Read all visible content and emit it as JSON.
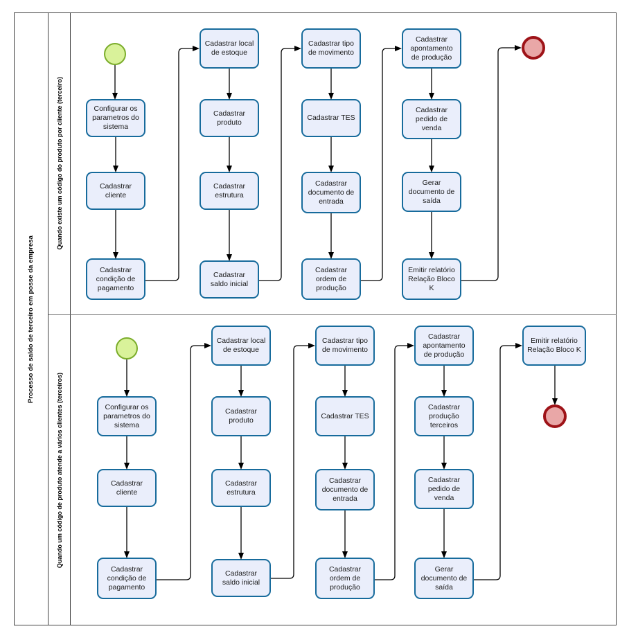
{
  "diagram": {
    "pool_label": "Processo de saldo de terceiro em posse da empresa",
    "lanes": [
      {
        "id": "lane-1",
        "label": "Quando existe um código do produto por cliente (terceiro)",
        "start_event": "start-event",
        "end_event": "end-event",
        "columns": [
          {
            "tasks": [
              "Configurar os parametros do sistema",
              "Cadastrar cliente",
              "Cadastrar condição de pagamento"
            ]
          },
          {
            "tasks": [
              "Cadastrar local de estoque",
              "Cadastrar produto",
              "Cadastrar estrutura",
              "Cadastrar saldo inicial"
            ]
          },
          {
            "tasks": [
              "Cadastrar tipo de movimento",
              "Cadastrar TES",
              "Cadastrar documento de entrada",
              "Cadastrar ordem de produção"
            ]
          },
          {
            "tasks": [
              "Cadastrar apontamento de produção",
              "Cadastrar pedido de venda",
              "Gerar documento de saída",
              "Emitir relatório Relação Bloco K"
            ]
          }
        ]
      },
      {
        "id": "lane-2",
        "label": "Quando um código de produto atende a vários clientes (terceiros)",
        "start_event": "start-event",
        "end_event": "end-event",
        "columns": [
          {
            "tasks": [
              "Configurar os parametros do sistema",
              "Cadastrar cliente",
              "Cadastrar condição de pagamento"
            ]
          },
          {
            "tasks": [
              "Cadastrar local de estoque",
              "Cadastrar produto",
              "Cadastrar estrutura",
              "Cadastrar saldo inicial"
            ]
          },
          {
            "tasks": [
              "Cadastrar tipo de movimento",
              "Cadastrar TES",
              "Cadastrar documento de entrada",
              "Cadastrar ordem de produção"
            ]
          },
          {
            "tasks": [
              "Cadastrar apontamento de produção",
              "Cadastrar produção terceiros",
              "Cadastrar pedido de venda",
              "Gerar documento de saída"
            ]
          },
          {
            "tasks": [
              "Emitir relatório Relação Bloco K"
            ]
          }
        ]
      }
    ],
    "colors": {
      "task_fill": "#eaeefb",
      "task_border": "#176b9c",
      "start_fill": "#d9f29a",
      "start_border": "#7bad2b",
      "end_fill": "#e9a7a7",
      "end_border": "#9e1318",
      "frame": "#3f3f3f",
      "connector": "#000000"
    }
  }
}
